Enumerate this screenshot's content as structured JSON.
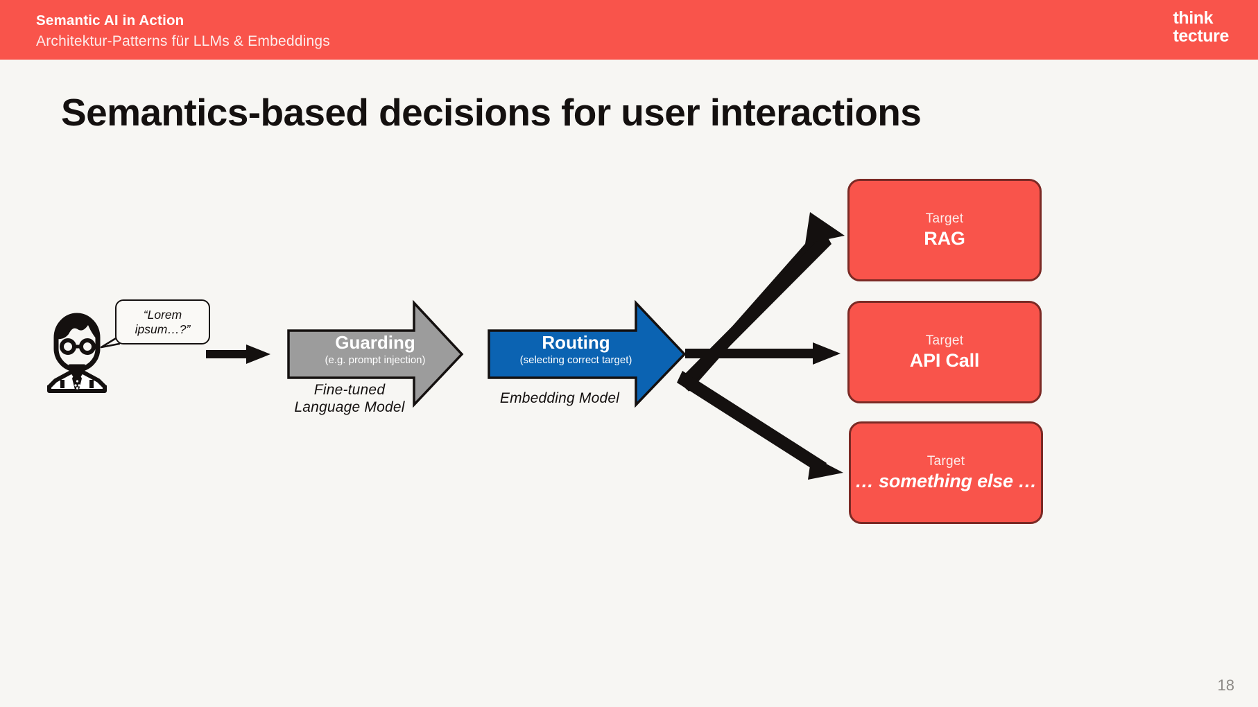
{
  "header": {
    "title": "Semantic AI in Action",
    "subtitle": "Architektur-Patterns für LLMs & Embeddings",
    "logo_line1": "think",
    "logo_line2": "tecture",
    "bar_color": "#f9544b"
  },
  "slide": {
    "title": "Semantics-based decisions for user interactions",
    "page_number": "18",
    "background_color": "#f7f6f3"
  },
  "diagram": {
    "user": {
      "icon_name": "person-with-glasses-icon",
      "speech_bubble": "“Lorem ipsum…?”"
    },
    "stages": [
      {
        "id": "guarding",
        "title": "Guarding",
        "subtitle": "(e.g. prompt injection)",
        "caption_line1": "Fine-tuned",
        "caption_line2": "Language Model",
        "color": "#9c9c9c",
        "border_color": "#14100f"
      },
      {
        "id": "routing",
        "title": "Routing",
        "subtitle": "(selecting correct target)",
        "caption_line1": "Embedding Model",
        "caption_line2": "",
        "color": "#0b63b2",
        "border_color": "#14100f"
      }
    ],
    "targets": [
      {
        "kicker": "Target",
        "name": "RAG",
        "italic": false,
        "color": "#f9544b",
        "border_color": "#7b2a25"
      },
      {
        "kicker": "Target",
        "name": "API Call",
        "italic": false,
        "color": "#f9544b",
        "border_color": "#7b2a25"
      },
      {
        "kicker": "Target",
        "name": "… something else …",
        "italic": true,
        "color": "#f9544b",
        "border_color": "#7b2a25"
      }
    ],
    "connector_color": "#14100f"
  }
}
